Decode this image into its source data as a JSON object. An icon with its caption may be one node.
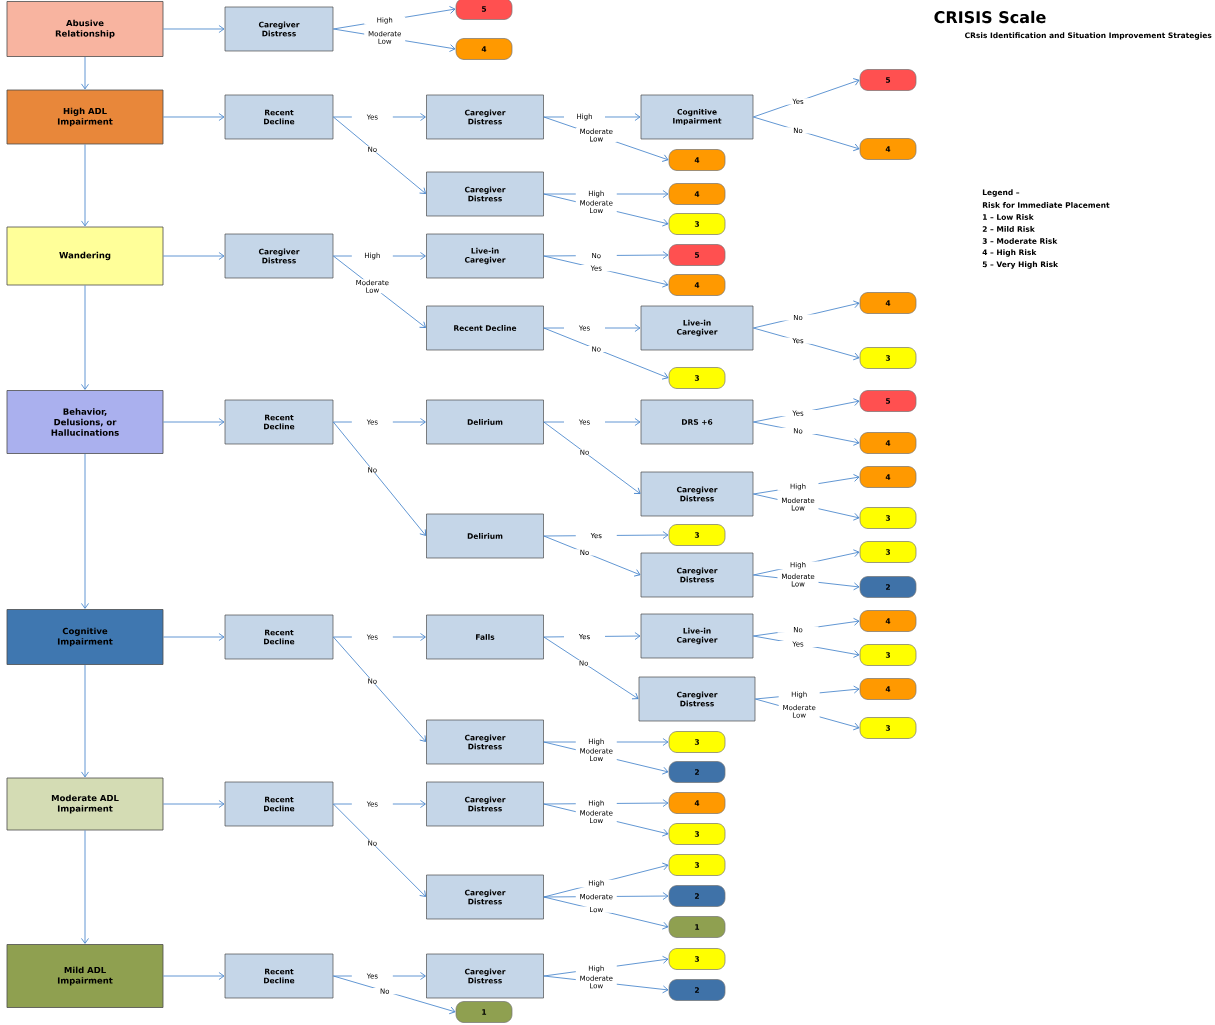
{
  "diagram": {
    "title": "CRISIS Scale",
    "nodes": [
      {
        "text": [
          "Abusive Relationship"
        ]
      },
      {
        "text": [
          "Caregiver Distress"
        ]
      },
      {
        "text": [
          "5"
        ]
      },
      {
        "text": [
          "4"
        ]
      },
      {
        "text": [
          "High ADL Impairment"
        ]
      },
      {
        "text": [
          "Recent Decline"
        ]
      },
      {
        "text": [
          "Caregiver Distress"
        ]
      },
      {
        "text": [
          "Cognitive Impairment"
        ]
      },
      {
        "text": [
          "5"
        ]
      },
      {
        "text": [
          "4"
        ]
      },
      {
        "text": [
          "4"
        ]
      },
      {
        "text": [
          "Caregiver Distress"
        ]
      },
      {
        "text": [
          "4"
        ]
      },
      {
        "text": [
          "3"
        ]
      },
      {
        "text": [
          "Wandering"
        ]
      },
      {
        "text": [
          "Caregiver Distress"
        ]
      },
      {
        "text": [
          "Live-in Caregiver"
        ]
      },
      {
        "text": [
          "5"
        ]
      },
      {
        "text": [
          "4"
        ]
      },
      {
        "text": [
          "Recent Decline"
        ]
      },
      {
        "text": [
          "Live-in Caregiver"
        ]
      },
      {
        "text": [
          "4"
        ]
      },
      {
        "text": [
          "3"
        ]
      },
      {
        "text": [
          "3"
        ]
      },
      {
        "text": [
          "Behavior, Delusions, or Hallucinations"
        ]
      },
      {
        "text": [
          "Recent Decline"
        ]
      },
      {
        "text": [
          "Delirium"
        ]
      },
      {
        "text": [
          "DRS +6"
        ]
      },
      {
        "text": [
          "5"
        ]
      },
      {
        "text": [
          "4"
        ]
      },
      {
        "text": [
          "Caregiver Distress"
        ]
      },
      {
        "text": [
          "4"
        ]
      },
      {
        "text": [
          "3"
        ]
      },
      {
        "text": [
          "Delirium"
        ]
      },
      {
        "text": [
          "3"
        ]
      },
      {
        "text": [
          "Caregiver Distress"
        ]
      },
      {
        "text": [
          "3"
        ]
      },
      {
        "text": [
          "2"
        ]
      },
      {
        "text": [
          "Cognitive Impairment"
        ]
      },
      {
        "text": [
          "Recent Decline"
        ]
      },
      {
        "text": [
          "Falls"
        ]
      },
      {
        "text": [
          "Live-in Caregiver"
        ]
      },
      {
        "text": [
          "4"
        ]
      },
      {
        "text": [
          "3"
        ]
      },
      {
        "text": [
          "Caregiver Distress"
        ]
      },
      {
        "text": [
          "4"
        ]
      },
      {
        "text": [
          "3"
        ]
      },
      {
        "text": [
          "Caregiver Distress"
        ]
      },
      {
        "text": [
          "3"
        ]
      },
      {
        "text": [
          "2"
        ]
      },
      {
        "text": [
          "Moderate ADL Impairment"
        ]
      },
      {
        "text": [
          "Recent Decline"
        ]
      },
      {
        "text": [
          "Caregiver Distress"
        ]
      },
      {
        "text": [
          "4"
        ]
      },
      {
        "text": [
          "3"
        ]
      },
      {
        "text": [
          "Caregiver Distress"
        ]
      },
      {
        "text": [
          "3"
        ]
      },
      {
        "text": [
          "2"
        ]
      },
      {
        "text": [
          "1"
        ]
      },
      {
        "text": [
          "Mild ADL Impairment"
        ]
      },
      {
        "text": [
          "Recent Decline"
        ]
      },
      {
        "text": [
          "Caregiver Distress"
        ]
      },
      {
        "text": [
          "3"
        ]
      },
      {
        "text": [
          "2"
        ]
      },
      {
        "text": [
          "1"
        ]
      }
    ],
    "edges": [
      {
        "from": 0,
        "to": 4,
        "arrow": "to"
      },
      {
        "from": 4,
        "to": 14,
        "arrow": "to"
      },
      {
        "from": 14,
        "to": 24,
        "arrow": "to"
      },
      {
        "from": 24,
        "to": 38,
        "arrow": "to"
      },
      {
        "from": 38,
        "to": 50,
        "arrow": "to"
      },
      {
        "from": 50,
        "to": 59,
        "arrow": "to"
      },
      {
        "from": 0,
        "to": 1,
        "arrow": "to"
      },
      {
        "from": 1,
        "to": 2,
        "arrow": "to",
        "label": "High"
      },
      {
        "from": 1,
        "to": 3,
        "arrow": "to",
        "label": "Moderate Low"
      },
      {
        "from": 4,
        "to": 5,
        "arrow": "to"
      },
      {
        "from": 5,
        "to": 6,
        "arrow": "to",
        "label": "Yes"
      },
      {
        "from": 5,
        "to": 11,
        "arrow": "to",
        "label": "No"
      },
      {
        "from": 6,
        "to": 7,
        "arrow": "to",
        "label": "High"
      },
      {
        "from": 6,
        "to": 10,
        "arrow": "to",
        "label": "Moderate Low"
      },
      {
        "from": 7,
        "to": 8,
        "arrow": "to",
        "label": "Yes"
      },
      {
        "from": 7,
        "to": 9,
        "arrow": "to",
        "label": "No"
      },
      {
        "from": 11,
        "to": 12,
        "arrow": "to",
        "label": "High"
      },
      {
        "from": 11,
        "to": 13,
        "arrow": "to",
        "label": "Moderate Low"
      },
      {
        "from": 14,
        "to": 15,
        "arrow": "to"
      },
      {
        "from": 15,
        "to": 16,
        "arrow": "to",
        "label": "High"
      },
      {
        "from": 15,
        "to": 19,
        "arrow": "to",
        "label": "Moderate Low"
      },
      {
        "from": 16,
        "to": 17,
        "arrow": "to",
        "label": "No"
      },
      {
        "from": 16,
        "to": 18,
        "arrow": "to",
        "label": "Yes"
      },
      {
        "from": 19,
        "to": 20,
        "arrow": "to",
        "label": "Yes"
      },
      {
        "from": 19,
        "to": 23,
        "arrow": "to",
        "label": "No"
      },
      {
        "from": 20,
        "to": 21,
        "arrow": "to",
        "label": "No"
      },
      {
        "from": 20,
        "to": 22,
        "arrow": "to",
        "label": "Yes"
      },
      {
        "from": 24,
        "to": 25,
        "arrow": "to"
      },
      {
        "from": 25,
        "to": 26,
        "arrow": "to",
        "label": "Yes"
      },
      {
        "from": 25,
        "to": 33,
        "arrow": "to",
        "label": "No"
      },
      {
        "from": 26,
        "to": 27,
        "arrow": "to",
        "label": "Yes"
      },
      {
        "from": 26,
        "to": 30,
        "arrow": "to",
        "label": "No"
      },
      {
        "from": 27,
        "to": 28,
        "arrow": "to",
        "label": "Yes"
      },
      {
        "from": 27,
        "to": 29,
        "arrow": "to",
        "label": "No"
      },
      {
        "from": 30,
        "to": 31,
        "arrow": "to",
        "label": "High"
      },
      {
        "from": 30,
        "to": 32,
        "arrow": "to",
        "label": "Moderate Low"
      },
      {
        "from": 33,
        "to": 34,
        "arrow": "to",
        "label": "Yes"
      },
      {
        "from": 33,
        "to": 35,
        "arrow": "to",
        "label": "No"
      },
      {
        "from": 35,
        "to": 36,
        "arrow": "to",
        "label": "High"
      },
      {
        "from": 35,
        "to": 37,
        "arrow": "to",
        "label": "Moderate Low"
      },
      {
        "from": 38,
        "to": 39,
        "arrow": "to"
      },
      {
        "from": 39,
        "to": 40,
        "arrow": "to",
        "label": "Yes"
      },
      {
        "from": 39,
        "to": 47,
        "arrow": "to",
        "label": "No"
      },
      {
        "from": 40,
        "to": 41,
        "arrow": "to",
        "label": "Yes"
      },
      {
        "from": 40,
        "to": 44,
        "arrow": "to",
        "label": "No"
      },
      {
        "from": 41,
        "to": 42,
        "arrow": "to",
        "label": "No"
      },
      {
        "from": 41,
        "to": 43,
        "arrow": "to",
        "label": "Yes"
      },
      {
        "from": 44,
        "to": 45,
        "arrow": "to",
        "label": "High"
      },
      {
        "from": 44,
        "to": 46,
        "arrow": "to",
        "label": "Moderate Low"
      },
      {
        "from": 47,
        "to": 48,
        "arrow": "to",
        "label": "High"
      },
      {
        "from": 47,
        "to": 49,
        "arrow": "to",
        "label": "Moderate Low"
      },
      {
        "from": 50,
        "to": 51,
        "arrow": "to"
      },
      {
        "from": 51,
        "to": 52,
        "arrow": "to",
        "label": "Yes"
      },
      {
        "from": 51,
        "to": 55,
        "arrow": "to",
        "label": "No"
      },
      {
        "from": 52,
        "to": 53,
        "arrow": "to",
        "label": "High"
      },
      {
        "from": 52,
        "to": 54,
        "arrow": "to",
        "label": "Moderate Low"
      },
      {
        "from": 55,
        "to": 56,
        "arrow": "to",
        "label": "High"
      },
      {
        "from": 55,
        "to": 57,
        "arrow": "to",
        "label": "Moderate"
      },
      {
        "from": 55,
        "to": 58,
        "arrow": "to",
        "label": "Low"
      },
      {
        "from": 59,
        "to": 60,
        "arrow": "to"
      },
      {
        "from": 60,
        "to": 61,
        "arrow": "to",
        "label": "Yes"
      },
      {
        "from": 60,
        "to": 64,
        "arrow": "to",
        "label": "No"
      },
      {
        "from": 61,
        "to": 62,
        "arrow": "to",
        "label": "High"
      },
      {
        "from": 61,
        "to": 63,
        "arrow": "to",
        "label": "Moderate Low"
      }
    ],
    "labels": [
      "CRsis Identification and Situation Improvement Strategies",
      "Legend –",
      "Risk for Immediate Placement",
      "1 – Low Risk",
      "2 – Mild Risk",
      "3 – Moderate Risk",
      "4 – High Risk",
      "5 – Very High Risk"
    ]
  }
}
